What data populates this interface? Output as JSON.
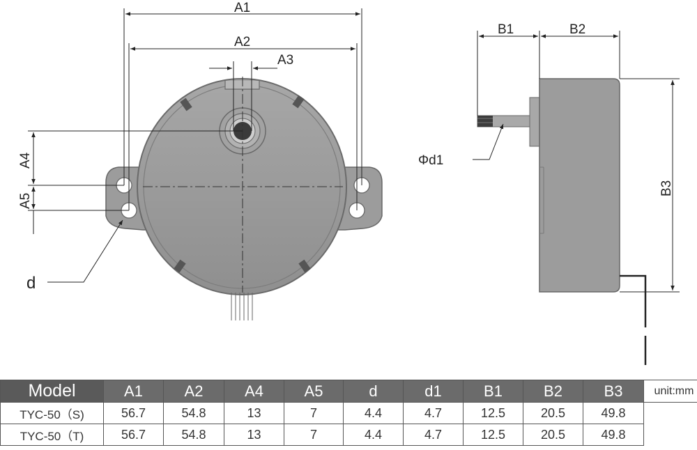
{
  "front_view": {
    "labels": {
      "a1": "A1",
      "a2": "A2",
      "a3": "A3",
      "a4": "A4",
      "a5": "A5",
      "d": "d"
    }
  },
  "side_view": {
    "labels": {
      "b1": "B1",
      "b2": "B2",
      "b3": "B3",
      "phi_d1": "Φd1"
    }
  },
  "table": {
    "headers": [
      "Model",
      "A1",
      "A2",
      "A4",
      "A5",
      "d",
      "d1",
      "B1",
      "B2",
      "B3"
    ],
    "rows": [
      [
        "TYC-50（S)",
        "56.7",
        "54.8",
        "13",
        "7",
        "4.4",
        "4.7",
        "12.5",
        "20.5",
        "49.8"
      ],
      [
        "TYC-50（T)",
        "56.7",
        "54.8",
        "13",
        "7",
        "4.4",
        "4.7",
        "12.5",
        "20.5",
        "49.8"
      ]
    ],
    "unit": "unit:mm"
  }
}
